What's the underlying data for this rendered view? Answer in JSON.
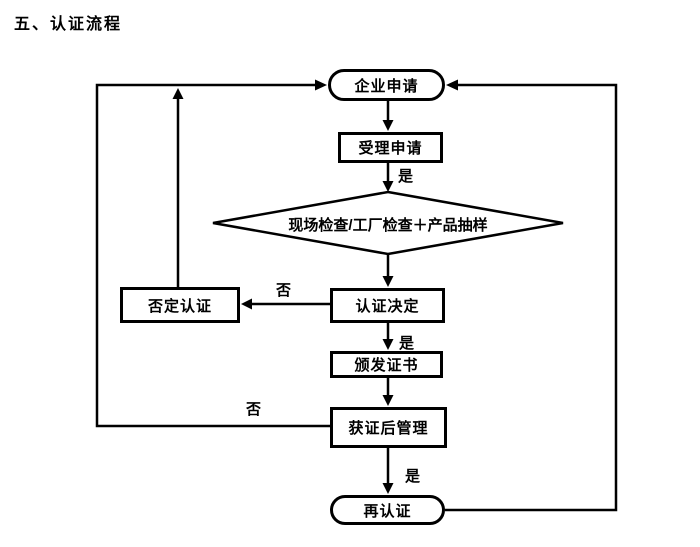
{
  "page": {
    "title": "五、认证流程"
  },
  "flowchart": {
    "nodes": {
      "enterprise_application": "企业申请",
      "accept_application": "受理申请",
      "site_factory_inspection": "现场检查/工厂检查＋产品抽样",
      "certification_decision": "认证决定",
      "negative_certification": "否定认证",
      "issue_certificate": "颁发证书",
      "post_certification_management": "获证后管理",
      "recertification": "再认证"
    },
    "edge_labels": {
      "accept_to_inspection_yes": "是",
      "decision_to_negative_no": "否",
      "decision_to_issue_yes": "是",
      "management_loop_no": "否",
      "management_to_recert_yes": "是"
    },
    "colors": {
      "line": "#000000",
      "background": "#ffffff"
    }
  }
}
